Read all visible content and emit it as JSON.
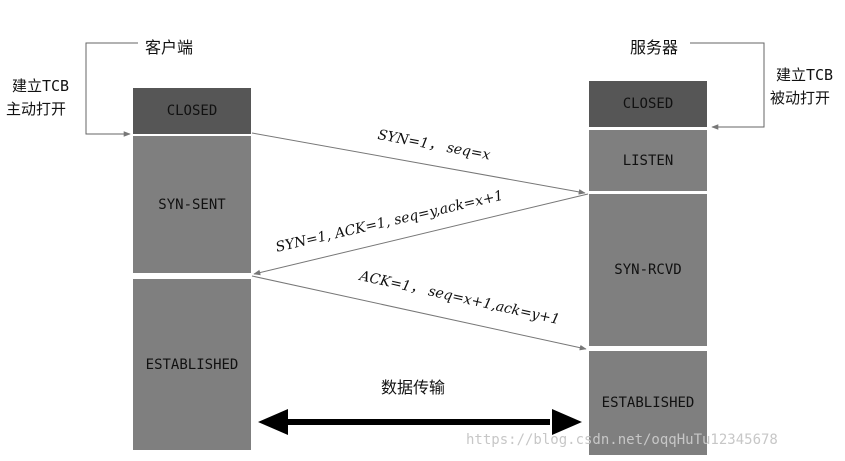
{
  "client": {
    "title": "客户端",
    "open_note_line1": "建立TCB",
    "open_note_line2": "主动打开",
    "states": [
      "CLOSED",
      "SYN-SENT",
      "ESTABLISHED"
    ]
  },
  "server": {
    "title": "服务器",
    "open_note_line1": "建立TCB",
    "open_note_line2": "被动打开",
    "states": [
      "CLOSED",
      "LISTEN",
      "SYN-RCVD",
      "ESTABLISHED"
    ]
  },
  "messages": {
    "syn": "SYN=1， seq=x",
    "syn_ack": "SYN=1, ACK=1, seq=y,ack=x+1",
    "ack": "ACK=1， seq=x+1,ack=y+1"
  },
  "data_transfer": "数据传输",
  "watermark": "https://blog.csdn.net/oqqHuTu12345678",
  "colors": {
    "closed": "#565656",
    "state": "#7f7f7f",
    "line": "#777777",
    "arrow": "#000000"
  }
}
